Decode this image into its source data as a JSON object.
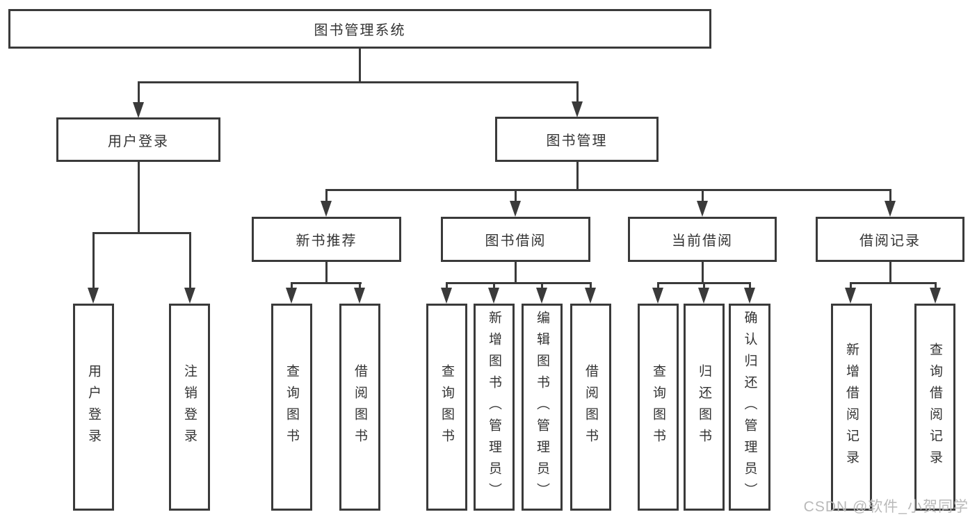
{
  "tree": {
    "root": "图书管理系统",
    "branches": [
      {
        "label": "用户登录",
        "children": [
          "用户登录",
          "注销登录"
        ]
      },
      {
        "label": "图书管理",
        "sections": [
          {
            "label": "新书推荐",
            "children": [
              "查询图书",
              "借阅图书"
            ]
          },
          {
            "label": "图书借阅",
            "children": [
              "查询图书",
              "新增图书（管理员）",
              "编辑图书（管理员）",
              "借阅图书"
            ]
          },
          {
            "label": "当前借阅",
            "children": [
              "查询图书",
              "归还图书",
              "确认归还（管理员）"
            ]
          },
          {
            "label": "借阅记录",
            "children": [
              "新增借阅记录",
              "查询借阅记录"
            ]
          }
        ]
      }
    ]
  },
  "colors": {
    "line": "#3a3a3a",
    "text": "#333333",
    "background": "#ffffff",
    "watermark_text": "#b9b9b9"
  },
  "watermark": {
    "text": "CSDN @软件_小贺同学"
  }
}
